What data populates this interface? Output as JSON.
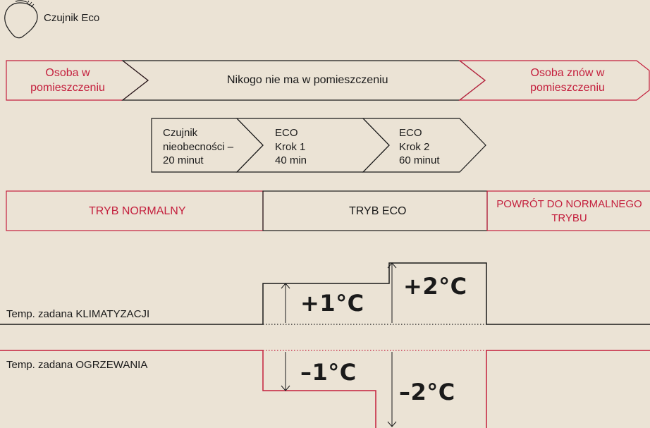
{
  "sensor": {
    "label": "Czujnik Eco",
    "icon": "presence-sensor-icon"
  },
  "timeline": {
    "before": "Osoba w pomieszczeniu",
    "during": "Nikogo nie ma w pomieszczeniu",
    "after": "Osoba znów w pomieszczeniu"
  },
  "steps": [
    {
      "text": "Czujnik nieobecności – 20 minut"
    },
    {
      "text": "ECO Krok 1 40 min"
    },
    {
      "text": "ECO Krok 2 60 minut"
    }
  ],
  "modes": {
    "normal": "TRYB NORMALNY",
    "eco": "TRYB ECO",
    "return": "POWRÓT DO NORMALNEGO TRYBU"
  },
  "cooling": {
    "label": "Temp. zadana KLIMATYZACJI",
    "step1": "+1°C",
    "step2": "+2°C"
  },
  "heating": {
    "label": "Temp. zadana OGRZEWANIA",
    "step1": "–1°C",
    "step2": "–2°C"
  },
  "colors": {
    "accent": "#c41f3d",
    "line": "#1a1a1a",
    "background": "#ebe3d5"
  }
}
